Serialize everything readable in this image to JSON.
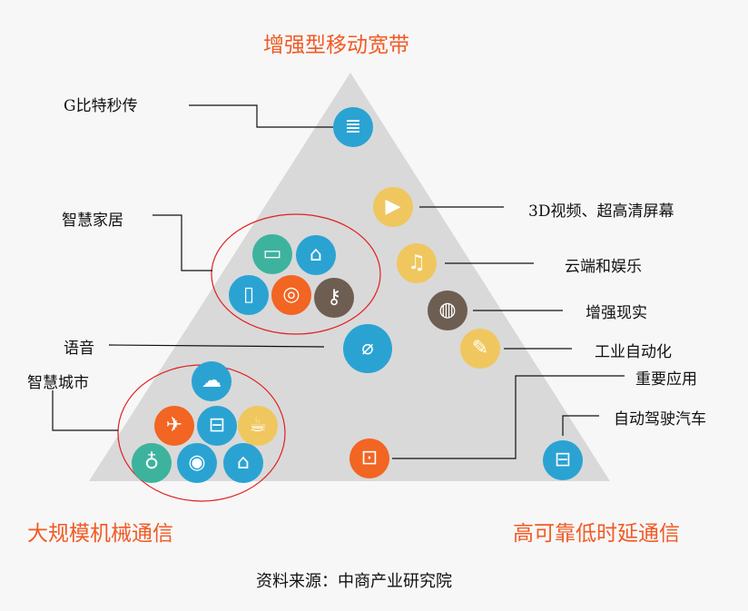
{
  "title_top": "增强型移动宽带",
  "title_bottom_left": "大规模机械通信",
  "title_bottom_right": "高可靠低时延通信",
  "source": "资料来源：中商产业研究院",
  "labels": {
    "gbps": "G比特秒传",
    "video": "3D视频、超高清屏幕",
    "cloud": "云端和娱乐",
    "ar": "增强现实",
    "industry": "工业自动化",
    "voice": "语音",
    "smart_home": "智慧家居",
    "smart_city": "智慧城市",
    "critical": "重要应用",
    "autodrive": "自动驾驶汽车"
  },
  "colors": {
    "accent": "#f15a24",
    "blue": "#2aa3d3",
    "green": "#3db39e",
    "orange": "#f26522",
    "yellow": "#f0c75e",
    "brown": "#6e5e52",
    "triangle": "#d9d9d9",
    "ellipse": "#e02020"
  }
}
